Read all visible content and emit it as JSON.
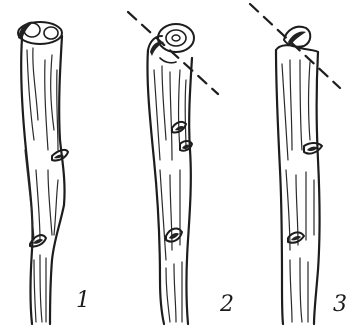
{
  "figure": {
    "labels": [
      "1",
      "2",
      "3"
    ]
  }
}
